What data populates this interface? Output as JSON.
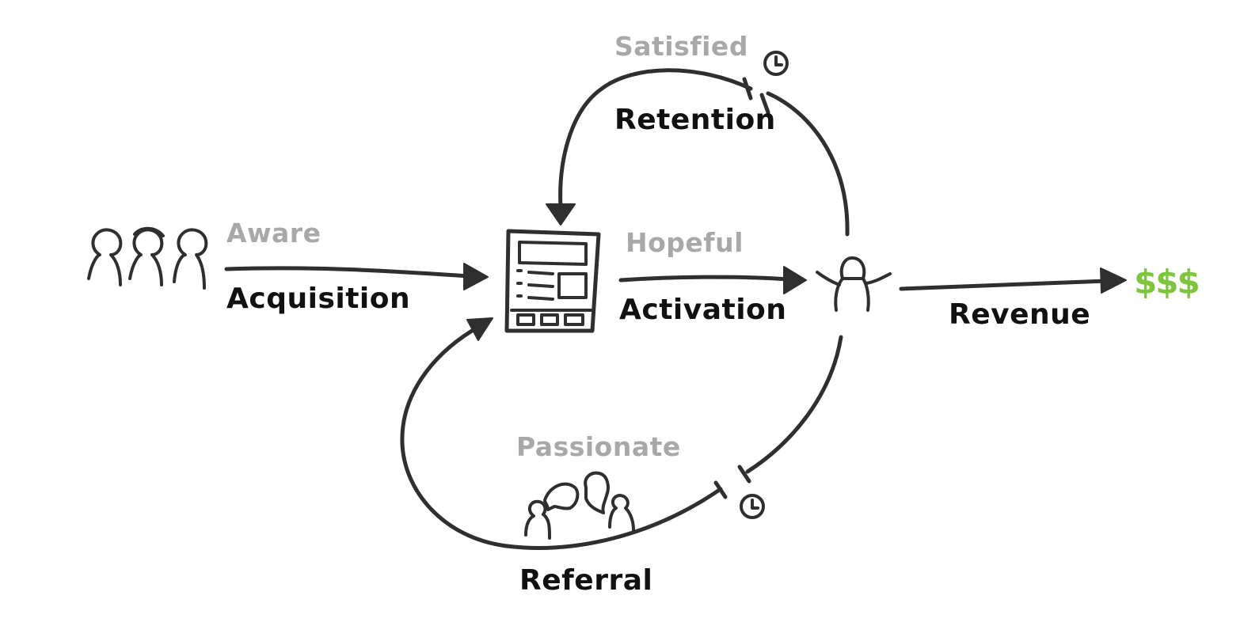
{
  "colors": {
    "ink": "#2f2f2f",
    "stage_text": "#111111",
    "state_text": "#a8a8a8",
    "money": "#7dc63b"
  },
  "labels": {
    "aware": "Aware",
    "acquisition": "Acquisition",
    "hopeful": "Hopeful",
    "activation": "Activation",
    "satisfied": "Satisfied",
    "retention": "Retention",
    "revenue": "Revenue",
    "money": "$$$",
    "passionate": "Passionate",
    "referral": "Referral"
  },
  "icons": {
    "prospects": "group-of-three-people-icon",
    "product": "app-window-icon",
    "user": "cheering-person-icon",
    "retention_delay": "clock-icon",
    "referral_delay": "clock-icon",
    "advocates": "chatting-people-icon"
  }
}
